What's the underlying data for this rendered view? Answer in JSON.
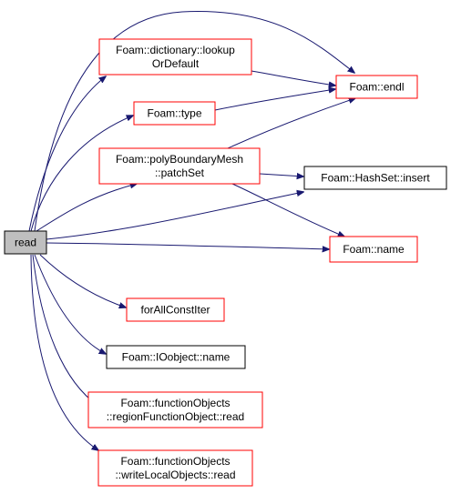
{
  "colors": {
    "edge": "#191970",
    "border_red": "#ff0000",
    "border_black": "#000000",
    "root_fill": "#bfbfbf",
    "node_fill": "#ffffff"
  },
  "nodes": {
    "read": {
      "lines": [
        "read"
      ]
    },
    "lookup": {
      "lines": [
        "Foam::dictionary::lookup",
        "OrDefault"
      ]
    },
    "type": {
      "lines": [
        "Foam::type"
      ]
    },
    "patchSet": {
      "lines": [
        "Foam::polyBoundaryMesh",
        "::patchSet"
      ]
    },
    "forAll": {
      "lines": [
        "forAllConstIter"
      ]
    },
    "ioname": {
      "lines": [
        "Foam::IOobject::name"
      ]
    },
    "rfoRead": {
      "lines": [
        "Foam::functionObjects",
        "::regionFunctionObject::read"
      ]
    },
    "wloRead": {
      "lines": [
        "Foam::functionObjects",
        "::writeLocalObjects::read"
      ]
    },
    "endl": {
      "lines": [
        "Foam::endl"
      ]
    },
    "insert": {
      "lines": [
        "Foam::HashSet::insert"
      ]
    },
    "name": {
      "lines": [
        "Foam::name"
      ]
    }
  }
}
